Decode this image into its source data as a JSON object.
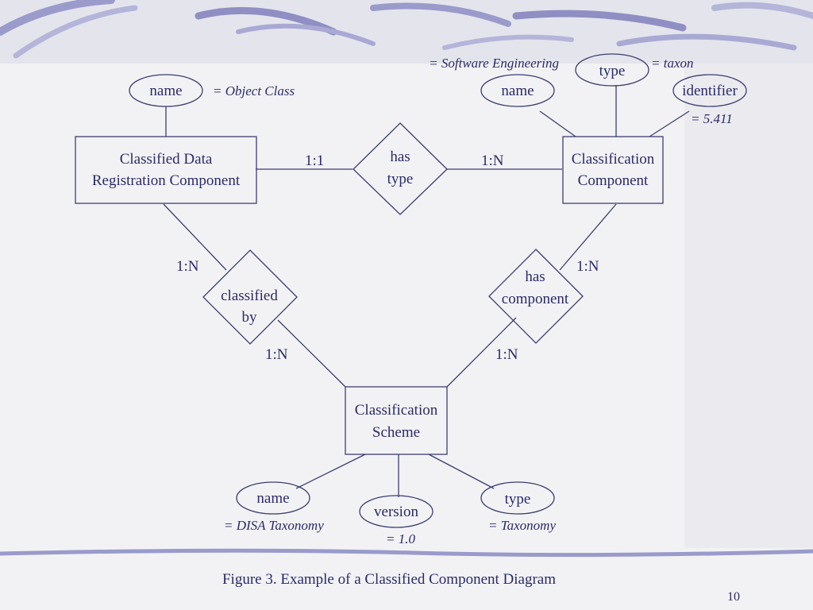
{
  "slide": {
    "caption": "Figure 3. Example of a Classified Component Diagram",
    "page_number": "10",
    "colors": {
      "ink": "#2a2a6a",
      "line": "#3c3c72",
      "swoosh": "#8f8fc4",
      "background": "#f2f2f4"
    }
  },
  "entities": {
    "cdr": {
      "line1": "Classified Data",
      "line2": "Registration Component"
    },
    "cc": {
      "line1": "Classification",
      "line2": "Component"
    },
    "cs": {
      "line1": "Classification",
      "line2": "Scheme"
    }
  },
  "relationships": {
    "has_type": {
      "line1": "has",
      "line2": "type"
    },
    "classified_by": {
      "line1": "classified",
      "line2": "by"
    },
    "has_component": {
      "line1": "has",
      "line2": "component"
    }
  },
  "attributes": {
    "cdr_name": "name",
    "cc_name": "name",
    "cc_type": "type",
    "cc_identifier": "identifier",
    "cs_name": "name",
    "cs_version": "version",
    "cs_type": "type"
  },
  "values": {
    "cdr_name": "= Object Class",
    "cc_name": "= Software Engineering",
    "cc_type": "= taxon",
    "cc_identifier": "= 5.411",
    "cs_name": "= DISA Taxonomy",
    "cs_version": "= 1.0",
    "cs_type": "= Taxonomy"
  },
  "cardinalities": {
    "cdr_hastype": "1:1",
    "hastype_cc": "1:N",
    "cdr_classifiedby": "1:N",
    "classifiedby_cs": "1:N",
    "cc_hascomponent": "1:N",
    "hascomponent_cs": "1:N"
  }
}
